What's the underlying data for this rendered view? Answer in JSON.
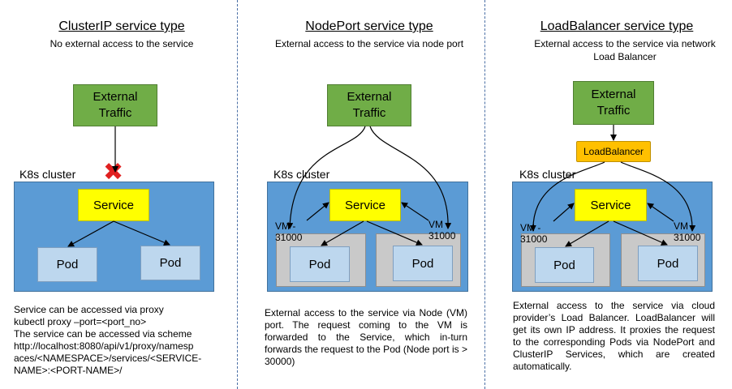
{
  "panels": {
    "clusterip": {
      "title": "ClusterIP service type",
      "subtitle": "No external access to the service",
      "traffic_label": "External Traffic",
      "cluster_label": "K8s cluster",
      "service_label": "Service",
      "pod_label": "Pod",
      "blocked_mark": "✖",
      "description_lines": [
        "Service can be accessed via proxy",
        "kubectl proxy –port=<port_no>",
        "The service can be accessed via scheme",
        "http://localhost:8080/api/v1/proxy/namesp",
        "aces/<NAMESPACE>/services/<SERVICE-",
        "NAME>:<PORT-NAME>/"
      ]
    },
    "nodeport": {
      "title": "NodePort service type",
      "subtitle": "External access to the service via node port",
      "traffic_label": "External Traffic",
      "cluster_label": "K8s cluster",
      "service_label": "Service",
      "pod_label": "Pod",
      "vm_left_label": "VM - 31000",
      "vm_right_label": "VM - 31000",
      "description": "External access to the service via Node (VM) port. The request coming to the VM is forwarded to the Service, which in-turn forwards the request to the Pod (Node port is > 30000)"
    },
    "loadbalancer": {
      "title": "LoadBalancer service type",
      "subtitle": "External access to the service via network Load Balancer",
      "traffic_label": "External Traffic",
      "lb_label": "LoadBalancer",
      "cluster_label": "K8s cluster",
      "service_label": "Service",
      "pod_label": "Pod",
      "vm_left_label": "VM - 31000",
      "vm_right_label": "VM - 31000",
      "description": "External access to the service via cloud provider’s Load Balancer. LoadBalancer will get its own IP address. It proxies the request to the corresponding Pods via NodePort and ClusterIP Services, which are created automatically."
    }
  },
  "colors": {
    "traffic": "#70ad47",
    "service": "#ffff00",
    "pod": "#bdd7ee",
    "cluster": "#5b9bd5",
    "vm": "#c9c9c9",
    "loadbalancer": "#ffc000",
    "blocked": "#e02020"
  }
}
